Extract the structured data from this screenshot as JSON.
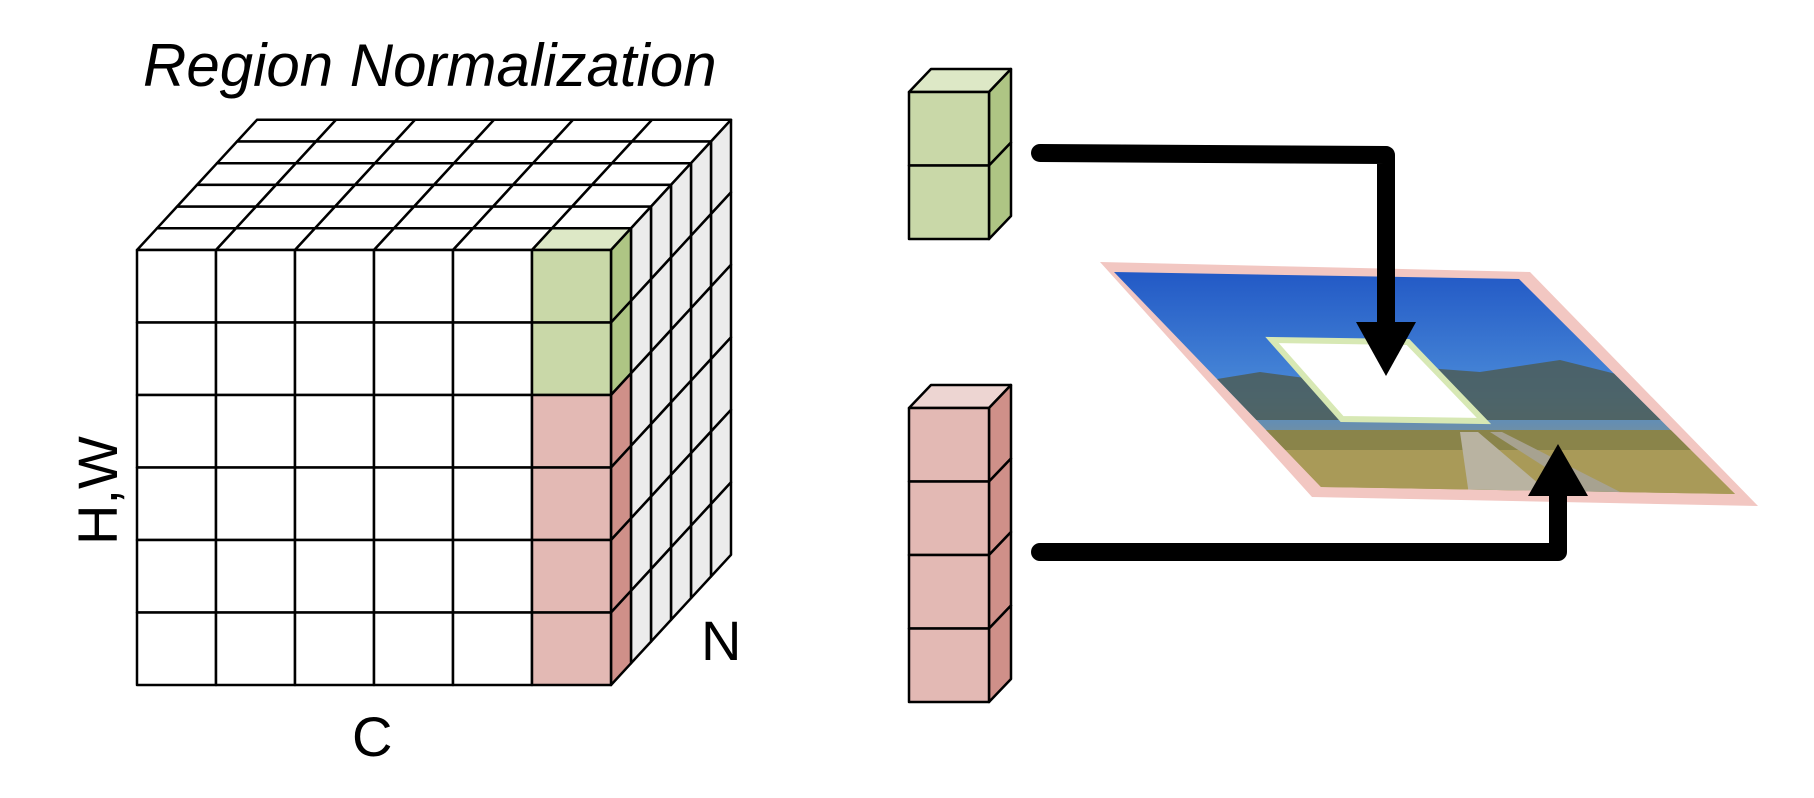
{
  "diagram": {
    "title": "Region Normalization",
    "labels": {
      "channels": "C",
      "spatial": "H,W",
      "batch": "N"
    },
    "cube": {
      "columns": 6,
      "rows": 6,
      "depth": 6,
      "highlight_column": 5,
      "green_rows": [
        0,
        1
      ],
      "red_rows": [
        2,
        3,
        4,
        5
      ]
    },
    "stacks": {
      "green_cells": 2,
      "red_cells": 4
    },
    "image": {
      "description_icon": "landscape-photo-icon"
    },
    "colors": {
      "green_front": "#c9d8a8",
      "green_side": "#aec584",
      "green_top": "#dde8c6",
      "red_front": "#e3b9b4",
      "red_side": "#cf9089",
      "red_top": "#edd5d2",
      "cube_side": "#ececec",
      "sky": "#2f6bc6",
      "ground": "#a39657",
      "plane_border": "#f2c7c2",
      "hole_border": "#d7e8b4"
    }
  }
}
